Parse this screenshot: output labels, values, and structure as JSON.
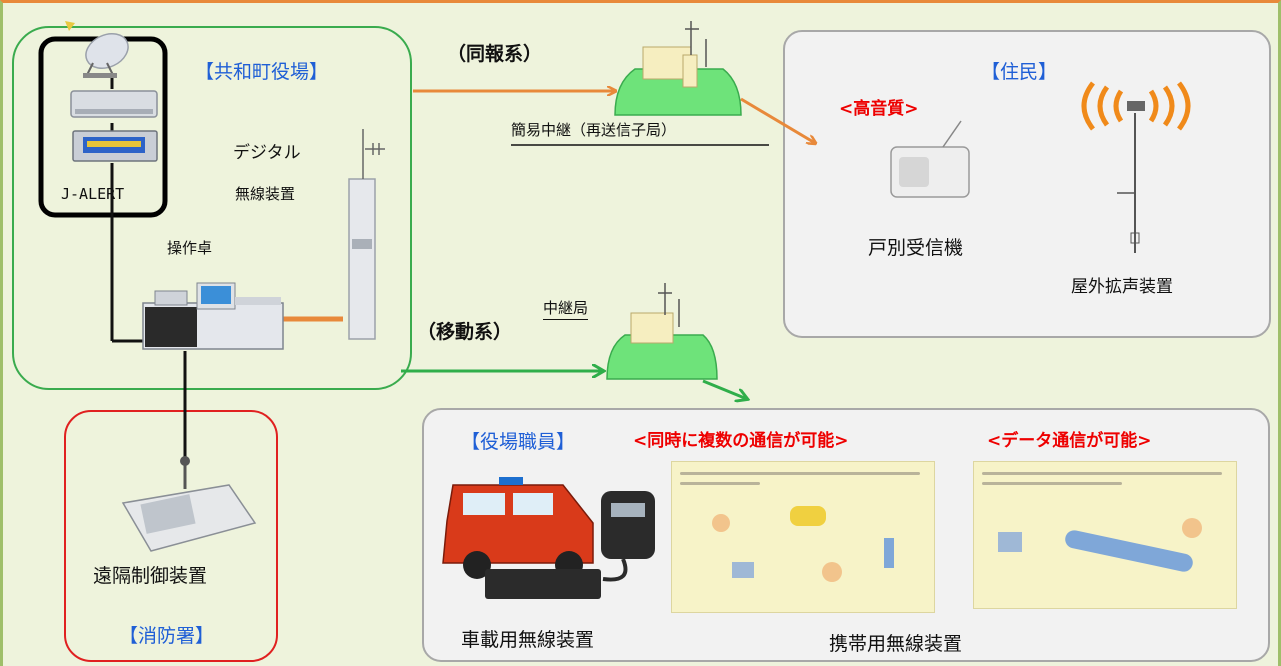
{
  "town_hall": {
    "title": "【共和町役場】",
    "jalert_label": "J-ALERT",
    "digital_radio_line1": "デジタル",
    "digital_radio_line2": "無線装置",
    "console_label": "操作卓"
  },
  "broadcast": {
    "title": "（同報系）",
    "relay_label": "簡易中継（再送信子局）"
  },
  "residents": {
    "title": "【住民】",
    "quality_note": "<高音質>",
    "household_receiver_label": "戸別受信機",
    "outdoor_speaker_label": "屋外拡声装置"
  },
  "mobile": {
    "title": "（移動系）",
    "relay_label": "中継局"
  },
  "staff": {
    "title": "【役場職員】",
    "multi_comm_note": "<同時に複数の通信が可能>",
    "data_comm_note": "<データ通信が可能>",
    "vehicle_radio_label": "車載用無線装置",
    "portable_radio_label": "携帯用無線装置"
  },
  "fire_station": {
    "title": "【消防署】",
    "remote_control_label": "遠隔制御装置"
  },
  "colors": {
    "town_hall_border": "#3aab4e",
    "fire_station_border": "#e02020",
    "panel_border": "#a8a8a8",
    "broadcast_arrow": "#e8893a",
    "mobile_arrow": "#2fae4a",
    "title_blue": "#1f5fd6",
    "note_red": "#ee0000"
  },
  "icons": [
    "satellite-dish-icon",
    "receiver-unit-icon",
    "jalert-terminal-icon",
    "radio-cabinet-icon",
    "antenna-icon",
    "console-desk-icon",
    "relay-hill-icon",
    "household-receiver-icon",
    "speaker-tower-icon",
    "fire-vehicle-icon",
    "handheld-radio-icon",
    "remote-controller-icon"
  ]
}
